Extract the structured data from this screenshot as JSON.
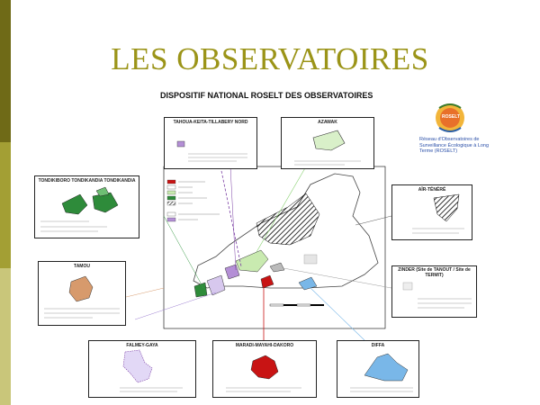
{
  "slide": {
    "title": "LES OBSERVATOIRES"
  },
  "map": {
    "title": "DISPOSITIF NATIONAL ROSELT DES OBSERVATOIRES",
    "logo": "ROSELT",
    "roselt_caption": "Réseau d'Observatoires de Surveillance Écologique à Long Terme (ROSELT)",
    "observatories": [
      {
        "id": "banizoumbou",
        "title": "TAHOUA-KEITA-TILLABERY NORD"
      },
      {
        "id": "azawak",
        "title": "AZAWAK"
      },
      {
        "id": "tondikiboro",
        "title": "TONDIKIBORO TONDIKANDIA TONDIKANDIA"
      },
      {
        "id": "air-tenere",
        "title": "AÏR-TÉNÉRÉ"
      },
      {
        "id": "tamou",
        "title": "TAMOU"
      },
      {
        "id": "zinder",
        "title": "ZINDER (Site de TANOUT / Site de TERMIT)"
      },
      {
        "id": "fakara-gaya",
        "title": "FALMEY-GAYA"
      },
      {
        "id": "maradi",
        "title": "MARADI-MAYAHI-DAKORO"
      },
      {
        "id": "diffa",
        "title": "DIFFA"
      }
    ]
  },
  "colors": {
    "bar_dark": "#6f6a17",
    "title": "#9b9418",
    "green_fill": "#d9f0c9",
    "red_fill": "#c81414",
    "blue_fill": "#79b7e8",
    "orange_fill": "#d79a6c",
    "purple": "#7a3ea3"
  }
}
